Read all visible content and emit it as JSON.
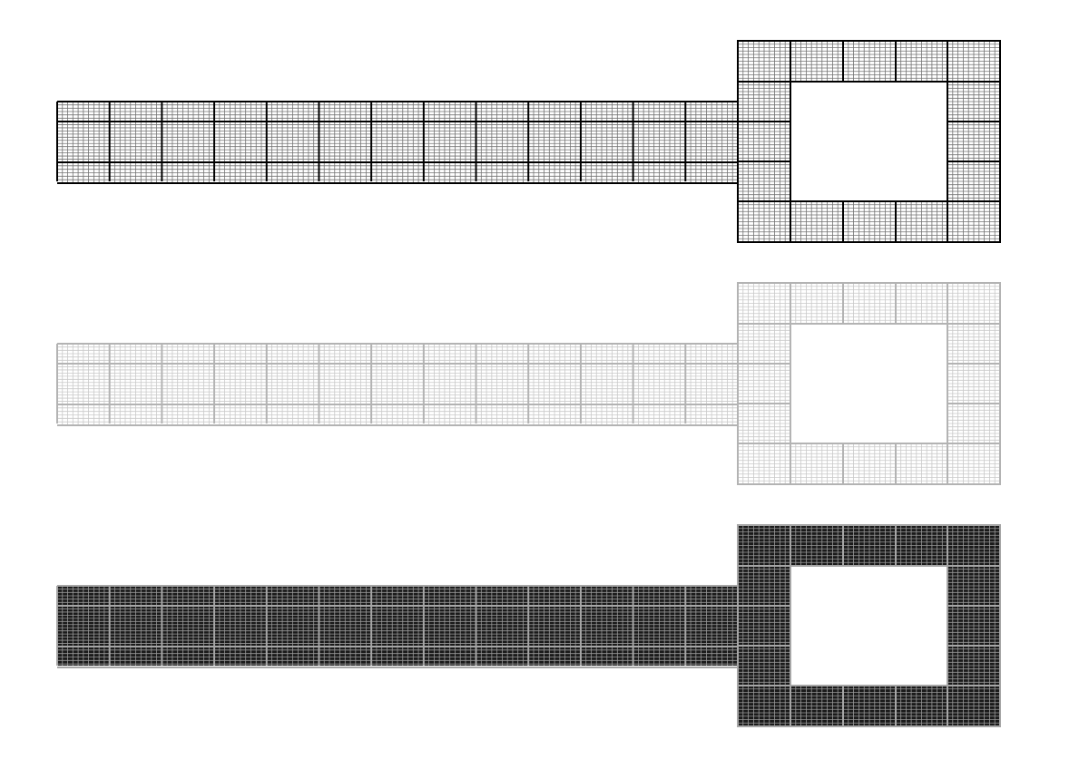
{
  "variants": [
    {
      "id": "black-outline",
      "fill": "#ffffff",
      "major_stroke": "#000000",
      "minor_stroke": "#000000",
      "minor_opacity": 0.55
    },
    {
      "id": "gray-outline",
      "fill": "#ffffff",
      "major_stroke": "#b3b3b3",
      "minor_stroke": "#b3b3b3",
      "minor_opacity": 0.7
    },
    {
      "id": "dark-filled",
      "fill": "#1a1a1a",
      "major_stroke": "#a6a6a6",
      "minor_stroke": "#ffffff",
      "minor_opacity": 0.55
    }
  ]
}
